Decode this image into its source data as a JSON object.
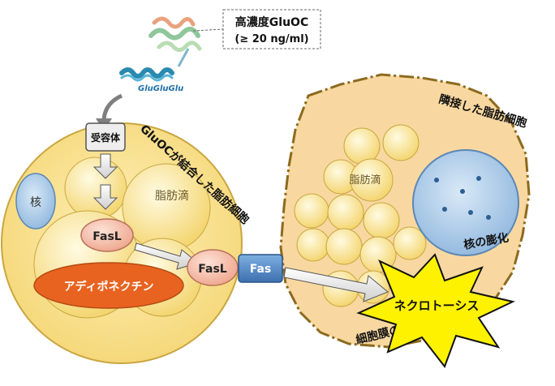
{
  "protein": {
    "label": "GluGluGlu",
    "callout_line1": "高濃度GluOC",
    "callout_line2": "(≥ 20 ng/ml)"
  },
  "left_cell": {
    "title": "GluOCが結合した脂肪細胞",
    "receptor": "受容体",
    "nucleus": "核",
    "lipid_droplet": "脂肪滴",
    "fasl": "FasL",
    "adiponectin": "アディポネクチン"
  },
  "interface": {
    "fasl": "FasL",
    "fas": "Fas"
  },
  "right_cell": {
    "title": "隣接した脂肪細胞",
    "lipid_droplet": "脂肪滴",
    "nucleus_swelling": "核の膨化",
    "necrosis": "ネクロトーシス",
    "membrane_rupture": "細胞膜の破綻"
  },
  "colors": {
    "cell_fill": "#fbe59a",
    "cell_stroke": "#c9a640",
    "right_cell_fill": "#f8d9a2",
    "nucleus_blue": "#9cc3e6",
    "fasl_pink": "#f3b7a3",
    "fas_blue": "#4f86c6",
    "adiponectin": "#e8631f",
    "burst_yellow": "#fff200",
    "arrow_gray": "#7f7f7f"
  }
}
